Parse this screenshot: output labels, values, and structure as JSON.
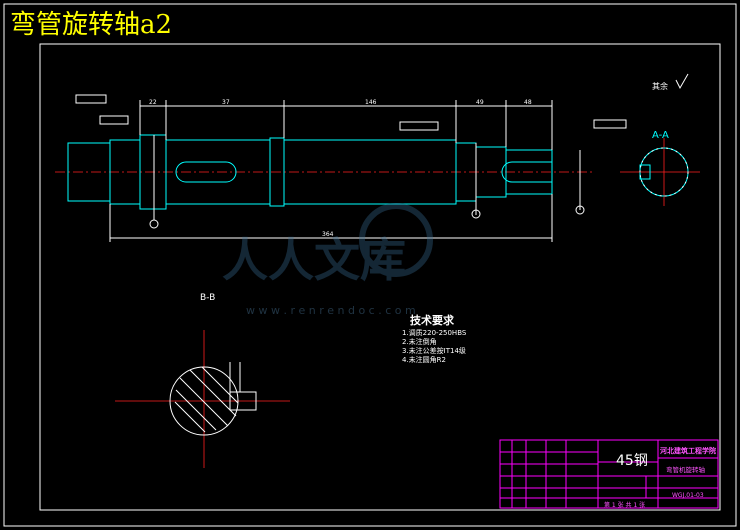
{
  "title": "弯管旋转轴a2",
  "views": {
    "section_aa": "A-A",
    "section_bb": "B-B",
    "roughness_note": "其余"
  },
  "dimensions": {
    "d22": "22",
    "d37": "37",
    "d146": "146",
    "d49": "49",
    "d48": "48",
    "overall": "364"
  },
  "tech_requirements": {
    "heading": "技术要求",
    "items": [
      "1.调质220-250HBS",
      "2.未注倒角",
      "3.未注公差按IT14级",
      "4.未注圆角R2"
    ]
  },
  "title_block": {
    "material": "45钢",
    "school": "河北建筑工程学院",
    "part_name": "弯管机旋转轴",
    "drawing_no": "WGJ.01-03",
    "sheet": "第 1 张 共 1 张"
  },
  "watermark": {
    "main": "人人文库",
    "url": "w w w . r e n r e n d o c . c o m"
  }
}
